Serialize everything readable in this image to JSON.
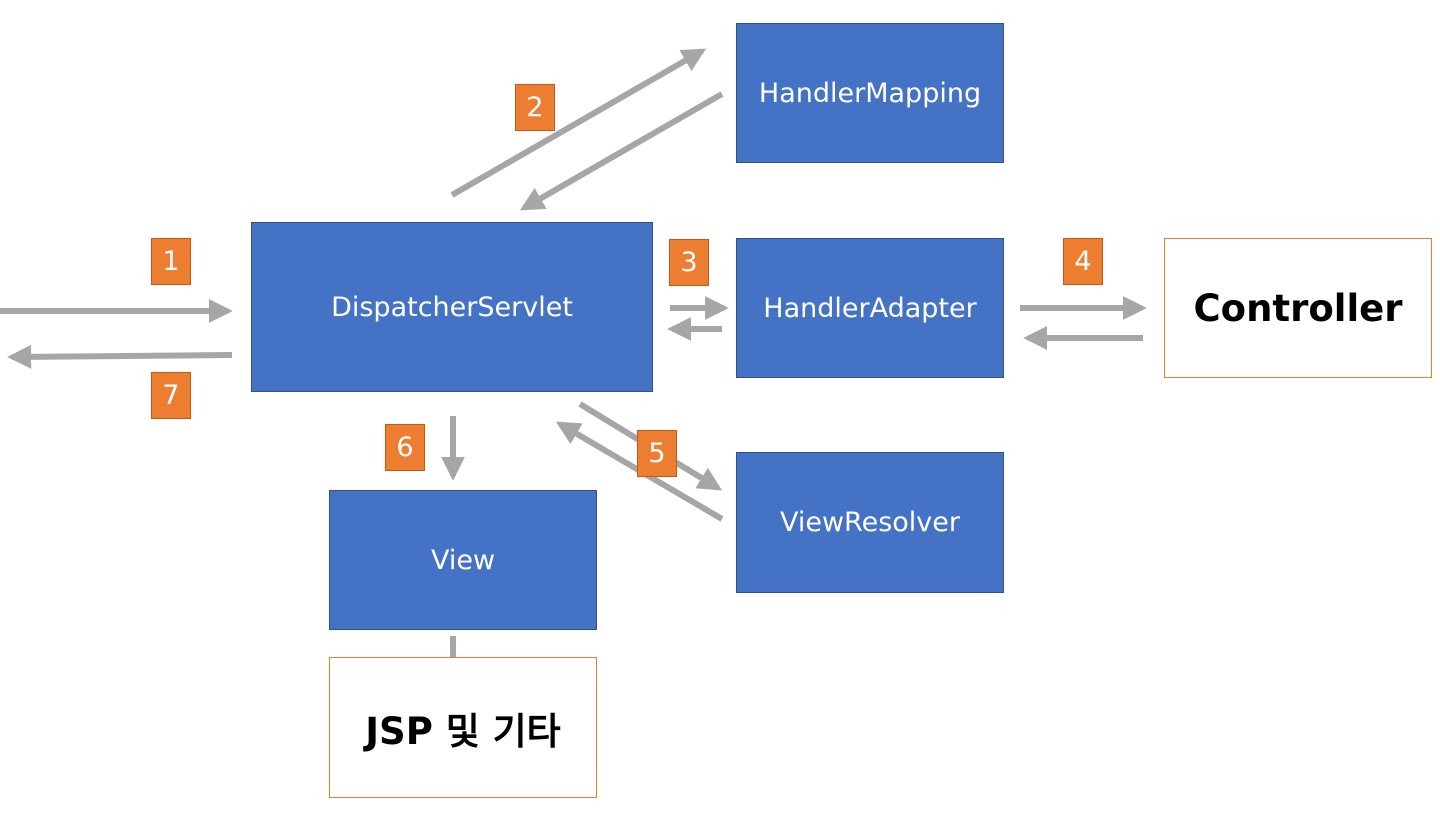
{
  "nodes": {
    "handler_mapping": "HandlerMapping",
    "dispatcher_servlet": "DispatcherServlet",
    "handler_adapter": "HandlerAdapter",
    "controller": "Controller",
    "view_resolver": "ViewResolver",
    "view": "View",
    "jsp": "JSP 및 기타"
  },
  "steps": {
    "s1": "1",
    "s2": "2",
    "s3": "3",
    "s4": "4",
    "s5": "5",
    "s6": "6",
    "s7": "7"
  },
  "colors": {
    "node_fill": "#4472c4",
    "node_text": "#ffffff",
    "step_badge": "#ed7d31",
    "arrow": "#a6a6a6",
    "outline_border": "#ed7d31"
  }
}
